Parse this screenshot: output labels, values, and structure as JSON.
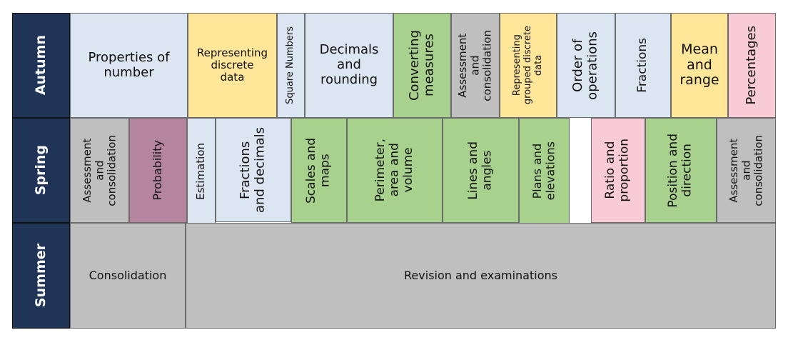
{
  "terms": {
    "autumn": "Autumn",
    "spring": "Spring",
    "summer": "Summer"
  },
  "autumn": [
    "Properties of\nnumber",
    "Representing\ndiscrete\ndata",
    "Square Numbers",
    "Decimals\nand\nrounding",
    "Converting\nmeasures",
    "Assessment\nand\nconsolidation",
    "Representing\ngrouped discrete\ndata",
    "Order of\noperations",
    "Fractions",
    "Mean\nand\nrange",
    "Percentages"
  ],
  "spring": [
    "Assessment\nand\nconsolidation",
    "Probability",
    "Estimation",
    "Fractions\nand decimals",
    "Scales and\nmaps",
    "Perimeter,\narea and\nvolume",
    "Lines and\nangles",
    "Plans and\nelevations",
    "Ratio and\nproportion",
    "Position and\ndirection",
    "Assessment\nand\nconsolidation"
  ],
  "summer": [
    "Consolidation",
    "Revision and examinations"
  ],
  "colors": {
    "term": "#1f3456",
    "blue": "#dce6f2",
    "yellow": "#ffe699",
    "green": "#a9d18e",
    "grey": "#bfbfbf",
    "pink": "#f8cbd6",
    "mauve": "#b585a0"
  }
}
